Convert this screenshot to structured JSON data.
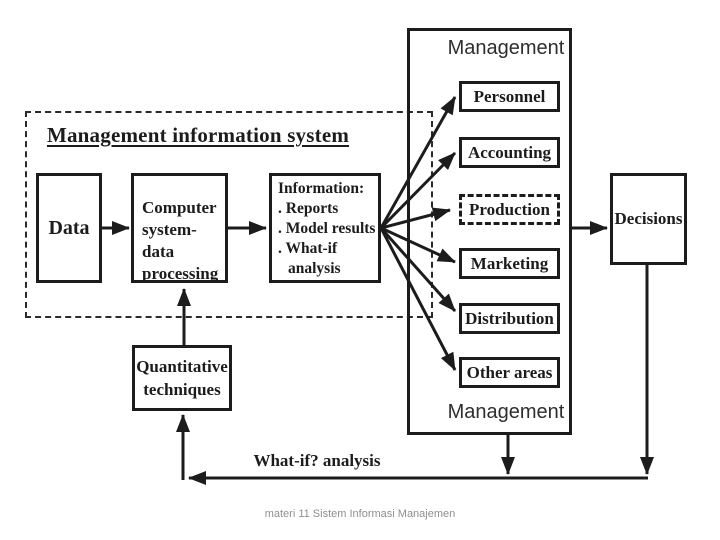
{
  "title": "Management information system",
  "boxes": {
    "data": {
      "label": "Data"
    },
    "computer": {
      "lines": [
        "Computer",
        "system-data",
        "processing"
      ]
    },
    "information": {
      "lines": [
        "Information:",
        ". Reports",
        ". Model results",
        ". What-if",
        "analysis"
      ]
    },
    "quantitative": {
      "lines": [
        "Quantitative",
        "techniques"
      ]
    },
    "decisions": {
      "label": "Decisions"
    }
  },
  "management": {
    "top_label": "Management",
    "bottom_label": "Management",
    "departments": [
      "Personnel",
      "Accounting",
      "Production",
      "Marketing",
      "Distribution",
      "Other areas"
    ]
  },
  "labels": {
    "whatif": "What-if?  analysis"
  },
  "caption": "materi 11 Sistem Informasi Manajemen",
  "colors": {
    "ink": "#1c1c1c",
    "caption_gray": "#8f8f8f"
  }
}
